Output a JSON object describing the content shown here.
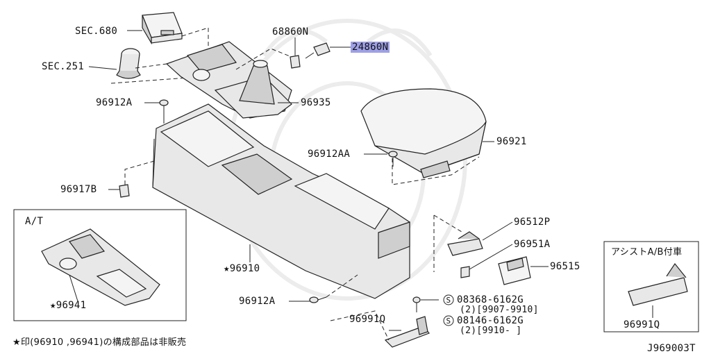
{
  "labels": {
    "sec680": "SEC.680",
    "sec251": "SEC.251",
    "p68860n": "68860N",
    "p24860n": "24860N",
    "p96912a_top": "96912A",
    "p96935": "96935",
    "p96921": "96921",
    "p96912aa": "96912AA",
    "p96917b": "96917B",
    "at_title": "A/T",
    "p96941": "★96941",
    "p96910": "★96910",
    "p96512p": "96512P",
    "p96951a": "96951A",
    "p96515": "96515",
    "p96912a_bottom": "96912A",
    "p08368": "08368-6162G",
    "p08368_note": "(2)[9907-9910]",
    "p08146": "08146-6162G",
    "p08146_note": "(2)[9910-      ]",
    "p96991q_main": "96991Q",
    "assist_title": "アシストA/B付車",
    "p96991q_box": "96991Q",
    "footnote": "★印(96910 ,96941)の構成部品は非販売",
    "diagram_code": "J969003T",
    "s_symbol_1": "S",
    "s_symbol_2": "S"
  },
  "colors": {
    "highlight": "#9ea0e6",
    "line": "#222222",
    "part_fill": "#e8e8e8"
  }
}
